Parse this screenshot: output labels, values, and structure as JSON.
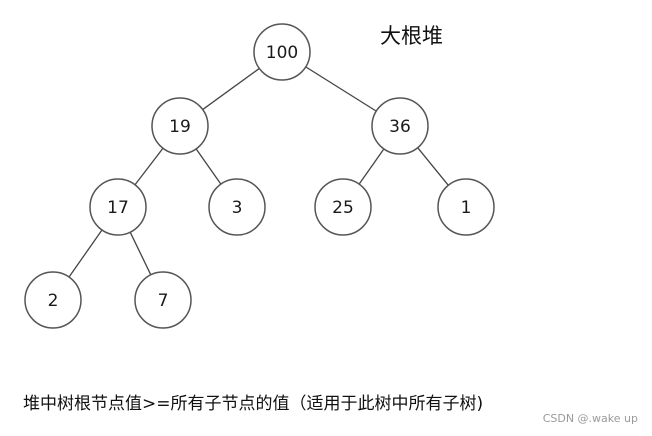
{
  "title": "大根堆",
  "caption": "堆中树根节点值>=所有子节点的值（适用于此树中所有子树)",
  "watermark": "CSDN @.wake up",
  "colors": {
    "node_fill": "#ffffff",
    "node_stroke": "#555555",
    "edge": "#444444",
    "text": "#111111"
  },
  "tree": {
    "nodes": [
      {
        "id": "n100",
        "label": "100"
      },
      {
        "id": "n19",
        "label": "19"
      },
      {
        "id": "n36",
        "label": "36"
      },
      {
        "id": "n17",
        "label": "17"
      },
      {
        "id": "n3",
        "label": "3"
      },
      {
        "id": "n25",
        "label": "25"
      },
      {
        "id": "n1",
        "label": "1"
      },
      {
        "id": "n2",
        "label": "2"
      },
      {
        "id": "n7",
        "label": "7"
      }
    ],
    "edges": [
      {
        "from": "n100",
        "to": "n19"
      },
      {
        "from": "n100",
        "to": "n36"
      },
      {
        "from": "n19",
        "to": "n17"
      },
      {
        "from": "n19",
        "to": "n3"
      },
      {
        "from": "n36",
        "to": "n25"
      },
      {
        "from": "n36",
        "to": "n1"
      },
      {
        "from": "n17",
        "to": "n2"
      },
      {
        "from": "n17",
        "to": "n7"
      }
    ]
  }
}
